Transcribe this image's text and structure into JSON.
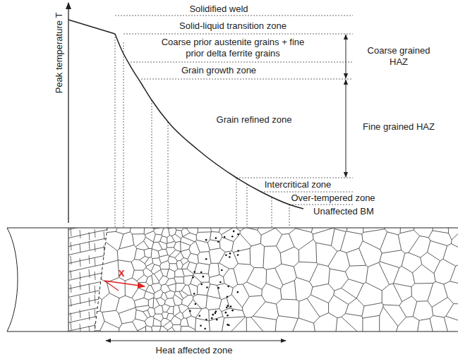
{
  "diagram": {
    "labels": [
      "Peak temperature T",
      "Solidified weld",
      "Solid-liquid transition zone",
      "Coarse prior austenite grains + fine prior delta ferrite grains",
      "Grain growth zone",
      "Coarse grained HAZ",
      "Grain refined zone",
      "Fine grained HAZ",
      "Intercritical zone",
      "Over-tempered zone",
      "Unaffected BM",
      "Heat affected zone",
      "X"
    ]
  }
}
